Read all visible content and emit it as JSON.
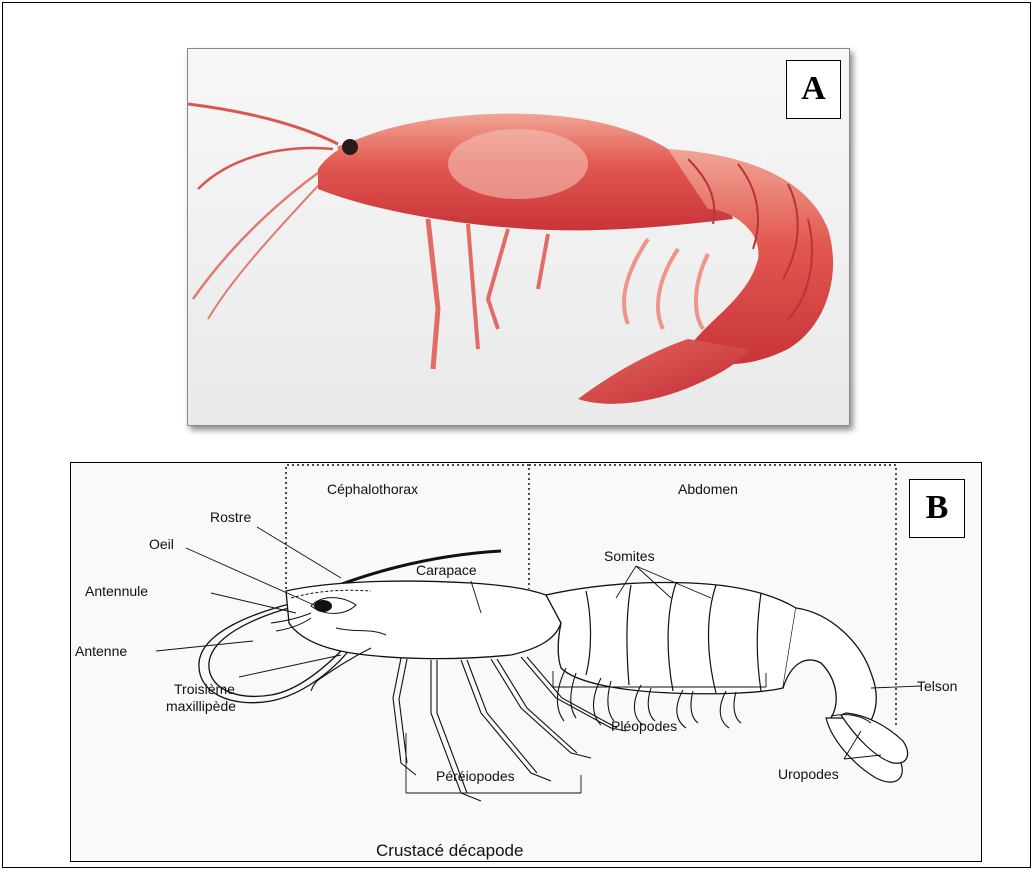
{
  "panels": {
    "a": {
      "tag": "A"
    },
    "b": {
      "tag": "B",
      "regions": {
        "cephalothorax": "Céphalothorax",
        "abdomen": "Abdomen"
      },
      "labels": {
        "rostre": "Rostre",
        "oeil": "Oeil",
        "antennule": "Antennule",
        "antenne": "Antenne",
        "troisieme_line1": "Troisième",
        "troisieme_line2": "maxillipède",
        "carapace": "Carapace",
        "somites": "Somites",
        "telson": "Telson",
        "pleopodes": "Pléopodes",
        "uropodes": "Uropodes",
        "pereiopodes": "Péréiopodes"
      },
      "caption": "Crustacé décapode"
    }
  },
  "colors": {
    "shrimp_body": "#e2574f",
    "shrimp_highlight": "#f2b2a4",
    "line": "#111111"
  }
}
